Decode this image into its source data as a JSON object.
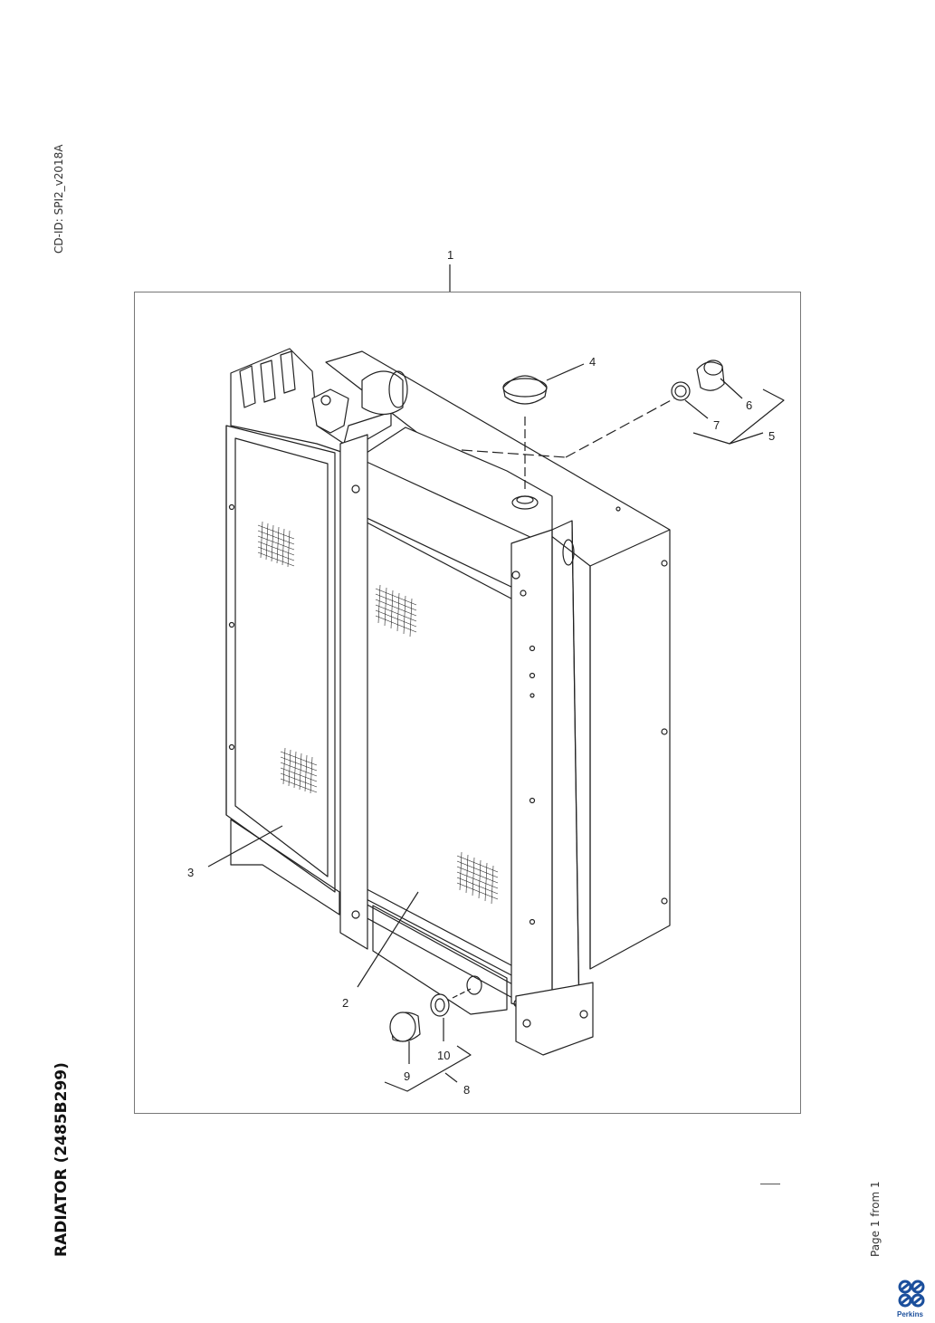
{
  "header": {
    "cd_id": "CD-ID: SPI2_v2018A"
  },
  "document": {
    "title": "RADIATOR (2485B299)"
  },
  "footer": {
    "page_info": "Page 1 from 1",
    "brand": "Perkins"
  },
  "callouts": [
    {
      "id": "c1",
      "text": "1"
    },
    {
      "id": "c2",
      "text": "2"
    },
    {
      "id": "c3",
      "text": "3"
    },
    {
      "id": "c4",
      "text": "4"
    },
    {
      "id": "c5",
      "text": "5"
    },
    {
      "id": "c6",
      "text": "6"
    },
    {
      "id": "c7",
      "text": "7"
    },
    {
      "id": "c8",
      "text": "8"
    },
    {
      "id": "c9",
      "text": "9"
    },
    {
      "id": "c10",
      "text": "10"
    }
  ],
  "colors": {
    "line": "#222222",
    "brand": "#1b4f9c"
  }
}
